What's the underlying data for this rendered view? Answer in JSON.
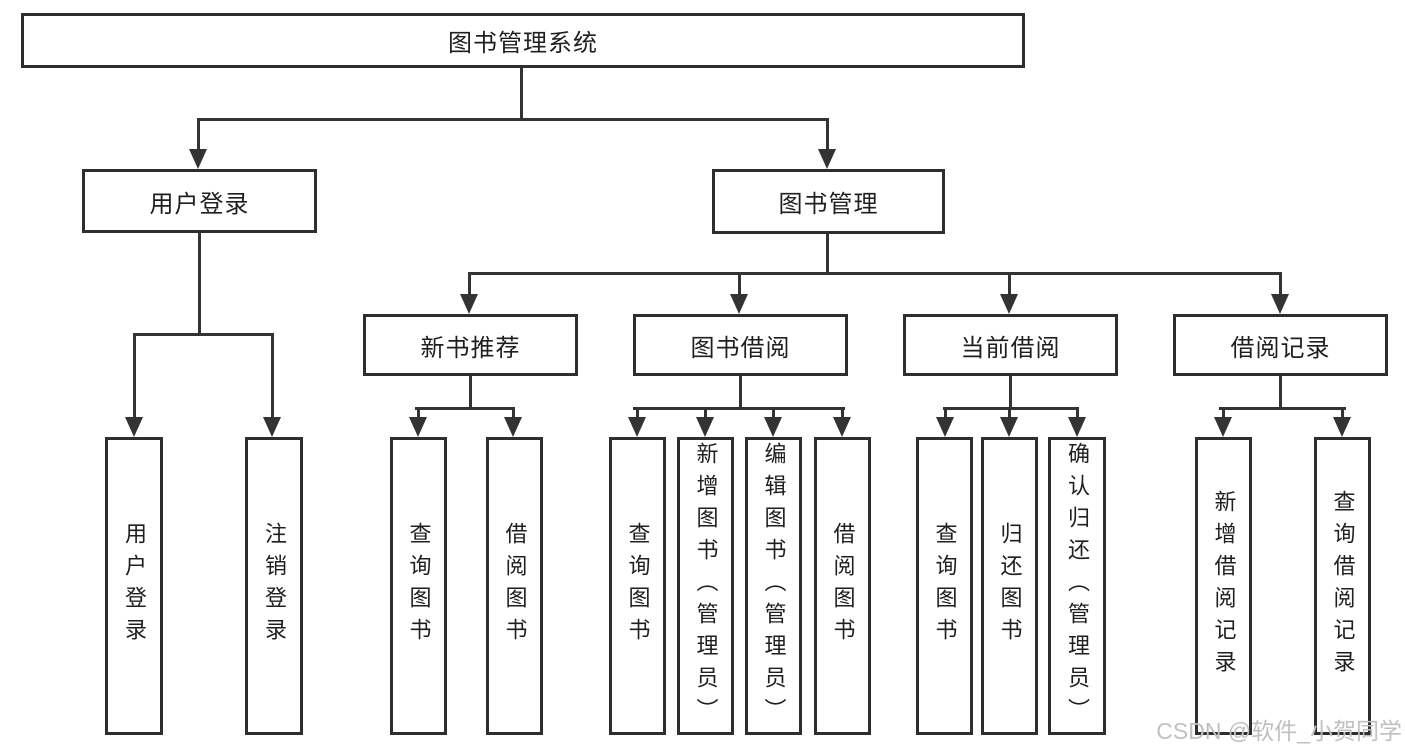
{
  "diagram": {
    "title": "图书管理系统",
    "user_login": {
      "label": "用户登录",
      "children": [
        "用户登录",
        "注销登录"
      ]
    },
    "book_mgmt": {
      "label": "图书管理",
      "sections": {
        "new_books": {
          "label": "新书推荐",
          "children": [
            "查询图书",
            "借阅图书"
          ]
        },
        "book_borrow": {
          "label": "图书借阅",
          "children": [
            "查询图书",
            "新增图书（管理员）",
            "编辑图书（管理员）",
            "借阅图书"
          ]
        },
        "current_borrow": {
          "label": "当前借阅",
          "children": [
            "查询图书",
            "归还图书",
            "确认归还（管理员）"
          ]
        },
        "borrow_records": {
          "label": "借阅记录",
          "children": [
            "新增借阅记录",
            "查询借阅记录"
          ]
        }
      }
    }
  },
  "watermark": "CSDN @软件_小贺同学",
  "colors": {
    "line": "#333333",
    "text": "#1f1f1f",
    "watermark": "#c0c0c0"
  }
}
